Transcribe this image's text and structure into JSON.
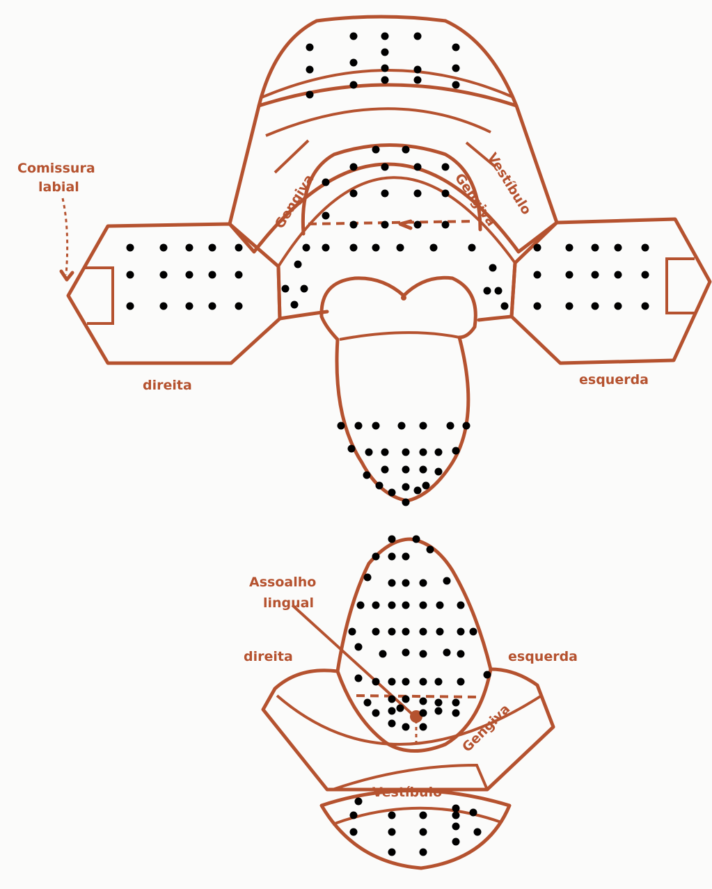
{
  "colors": {
    "line": "#b5522f",
    "dot": "#000000",
    "background": "#fbfbfa"
  },
  "upper_figure": {
    "labels": {
      "commissure": [
        "Comissura",
        "labial"
      ],
      "gum_left": "Gengiva",
      "gum_right": "Gengiva",
      "vestibule": "Vestíbulo",
      "right_side": "direita",
      "left_side": "esquerda"
    }
  },
  "lower_figure": {
    "labels": {
      "floor": [
        "Assoalho",
        "lingual"
      ],
      "right_side": "direita",
      "left_side": "esquerda",
      "gum": "Gengiva",
      "vestibule": "Vestíbulo"
    }
  }
}
